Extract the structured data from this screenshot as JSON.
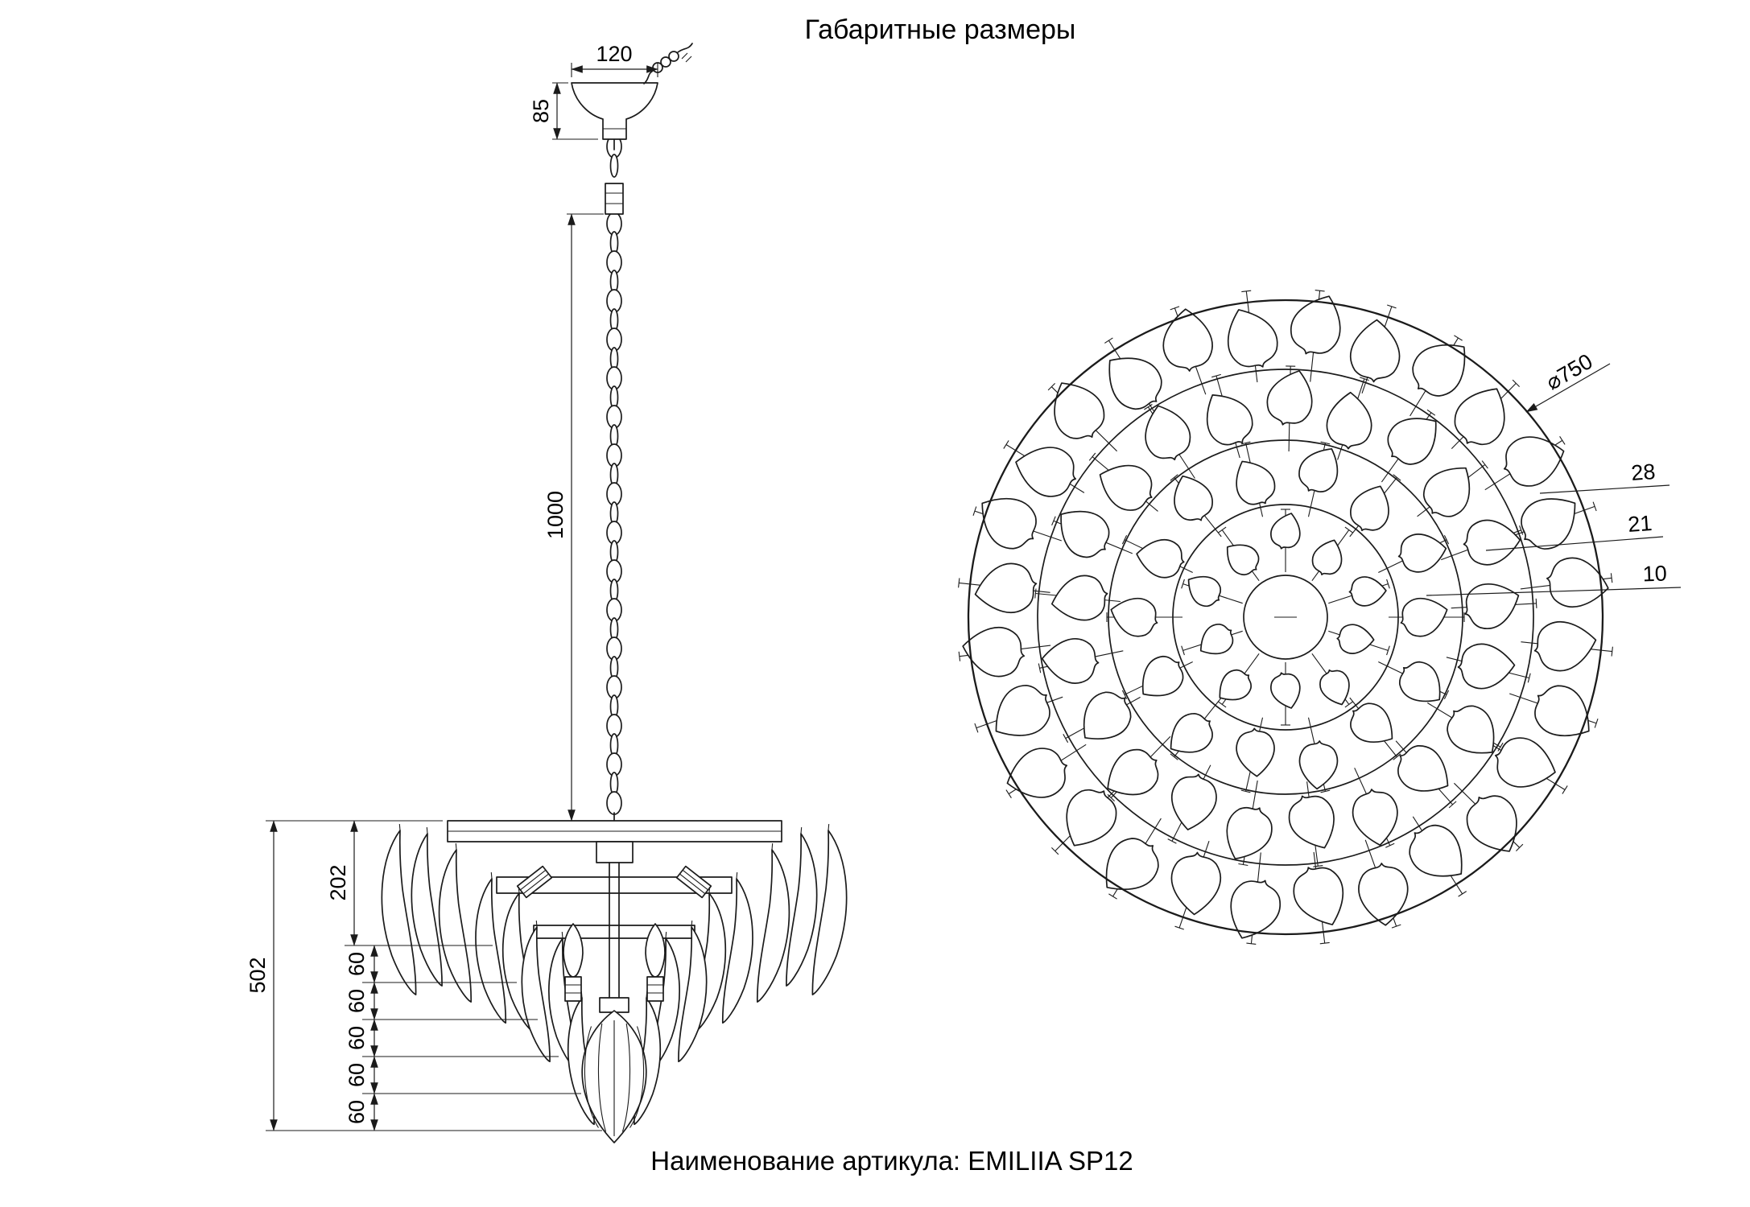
{
  "title": "Габаритные размеры",
  "footer": "Наименование артикула: EMILIIA SP12",
  "side_view": {
    "dim_width": "120",
    "dim_canopy_height": "85",
    "dim_chain": "1000",
    "dim_upper_body": "202",
    "dim_total_body": "502",
    "dim_tier": "60"
  },
  "top_view": {
    "diameter": "⌀750",
    "count_outer": "28",
    "count_middle": "21",
    "count_inner": "10"
  }
}
